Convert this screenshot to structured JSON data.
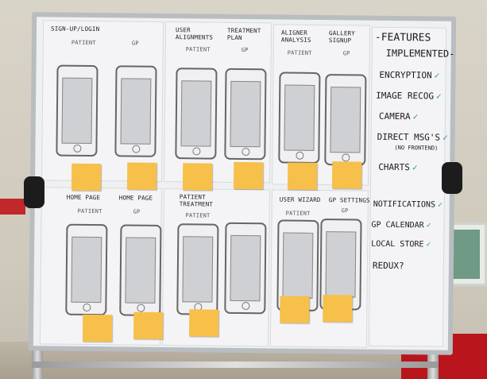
{
  "scene": {
    "colors": {
      "note": "#f7c04a",
      "check": "#2c8fa8",
      "board": "#eef0f2"
    }
  },
  "board": {
    "top_row": [
      {
        "heading": "SIGN-UP/LOGIN",
        "subs": [
          "PATIENT",
          "GP"
        ]
      },
      {
        "heading": "USER ALIGNMENTS",
        "subs": [
          "PATIENT"
        ]
      },
      {
        "heading": "TREATMENT PLAN",
        "subs": [
          "GP"
        ]
      },
      {
        "heading": "ALIGNER ANALYSIS",
        "subs": [
          "PATIENT"
        ]
      },
      {
        "heading": "GALLERY SIGNUP",
        "subs": [
          "GP"
        ]
      }
    ],
    "bottom_row": [
      {
        "heading": "HOME PAGE",
        "subs": [
          "PATIENT"
        ]
      },
      {
        "heading": "HOME PAGE",
        "subs": [
          "GP"
        ]
      },
      {
        "heading": "PATIENT TREATMENT",
        "subs": [
          "PATIENT"
        ]
      },
      {
        "heading": "",
        "subs": []
      },
      {
        "heading": "USER WIZARD",
        "subs": [
          "PATIENT"
        ]
      },
      {
        "heading": "GP SETTINGS",
        "subs": [
          "GP"
        ]
      }
    ],
    "features": {
      "title_1": "-FEATURES",
      "title_2": "IMPLEMENTED-",
      "items": [
        {
          "label": "ENCRYPTION",
          "done": "✓"
        },
        {
          "label": "IMAGE RECOG",
          "done": "✓"
        },
        {
          "label": "CAMERA",
          "done": "✓"
        },
        {
          "label": "DIRECT MSG'S",
          "done": "✓"
        },
        {
          "label": "(NO FRONTEND)",
          "done": ""
        },
        {
          "label": "CHARTS",
          "done": "✓"
        },
        {
          "label": "NOTIFICATIONS",
          "done": "✓"
        },
        {
          "label": "GP CALENDAR",
          "done": "✓"
        },
        {
          "label": "LOCAL STORE",
          "done": "✓"
        },
        {
          "label": "REDUX?",
          "done": ""
        }
      ]
    }
  }
}
